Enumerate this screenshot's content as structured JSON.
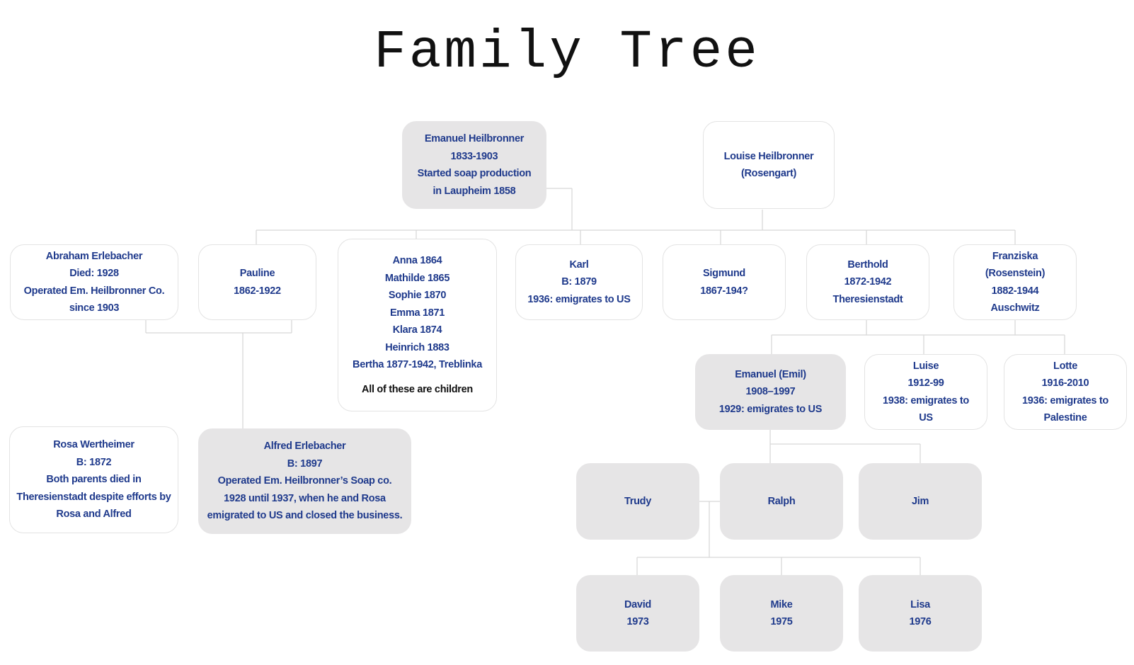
{
  "diagram": {
    "title": "Family Tree",
    "nodes": {
      "emanuel": {
        "lines": [
          "Emanuel Heilbronner",
          "1833-1903",
          "Started soap production",
          "in Laupheim 1858"
        ]
      },
      "louise": {
        "lines": [
          "Louise Heilbronner",
          "(Rosengart)"
        ]
      },
      "abraham": {
        "lines": [
          "Abraham Erlebacher",
          "Died: 1928",
          "Operated Em. Heilbronner Co.",
          "since 1903"
        ]
      },
      "pauline": {
        "lines": [
          "Pauline",
          "1862-1922"
        ]
      },
      "children_group": {
        "lines": [
          "Anna 1864",
          "Mathilde 1865",
          "Sophie 1870",
          "Emma 1871",
          "Klara 1874",
          "Heinrich 1883",
          "Bertha 1877-1942, Treblinka"
        ],
        "note": "All of these are children"
      },
      "karl": {
        "lines": [
          "Karl",
          "B: 1879",
          "1936: emigrates to US"
        ]
      },
      "sigmund": {
        "lines": [
          "Sigmund",
          "1867-194?"
        ]
      },
      "berthold": {
        "lines": [
          "Berthold",
          "1872-1942",
          "Theresienstadt"
        ]
      },
      "franziska": {
        "lines": [
          "Franziska",
          "(Rosenstein)",
          "1882-1944",
          "Auschwitz"
        ]
      },
      "emil": {
        "lines": [
          "Emanuel (Emil)",
          "1908–1997",
          "1929: emigrates to US"
        ]
      },
      "luise": {
        "lines": [
          "Luise",
          "1912-99",
          "1938: emigrates to",
          "US"
        ]
      },
      "lotte": {
        "lines": [
          "Lotte",
          "1916-2010",
          "1936: emigrates to",
          "Palestine"
        ]
      },
      "rosa": {
        "lines": [
          "Rosa Wertheimer",
          "B: 1872",
          "Both parents died in",
          "Theresienstadt despite efforts by",
          "Rosa and Alfred"
        ]
      },
      "alfred": {
        "lines": [
          "Alfred Erlebacher",
          "B: 1897",
          "Operated Em.  Heilbronner’s Soap co.",
          "1928 until 1937, when he and Rosa",
          "emigrated to US and closed the business."
        ]
      },
      "trudy": {
        "lines": [
          "Trudy"
        ]
      },
      "ralph": {
        "lines": [
          "Ralph"
        ]
      },
      "jim": {
        "lines": [
          "Jim"
        ]
      },
      "david": {
        "lines": [
          "David",
          "1973"
        ]
      },
      "mike": {
        "lines": [
          "Mike",
          "1975"
        ]
      },
      "lisa": {
        "lines": [
          "Lisa",
          "1976"
        ]
      }
    },
    "colors": {
      "text": "#1f3a8c",
      "note_text": "#111111",
      "grey_box": "#e6e5e6",
      "white_box_border": "#e3e3e3",
      "connector": "#d8d8d8"
    }
  }
}
